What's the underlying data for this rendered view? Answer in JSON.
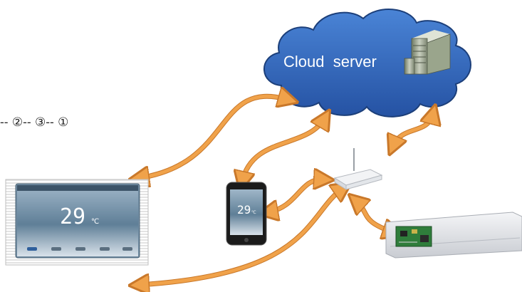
{
  "cloud": {
    "label": "Cloud  server"
  },
  "sequence_text": "-- ②-- ③-- ①",
  "devices": {
    "tablet": {
      "temperature": "29",
      "unit": "℃"
    },
    "phone": {
      "temperature": "29",
      "unit": "℃"
    }
  },
  "colors": {
    "cloud_fill": "#2e63b8",
    "cloud_stroke": "#1c3f7a",
    "arrow": "#f0a24a",
    "arrow_edge": "#c9782a",
    "ac_body": "#e8e9ec",
    "pcb": "#2f7d3b"
  }
}
